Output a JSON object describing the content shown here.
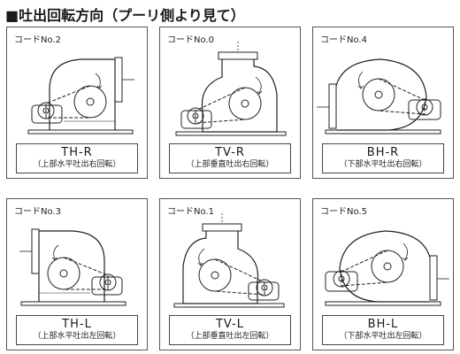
{
  "title": "■吐出回転方向（プーリ側より見て）",
  "panels": [
    {
      "code": "コードNo.2",
      "type": "TH-R",
      "desc": "（上部水平吐出右回転）",
      "icon": "fan-horizontal-top-outlet-right"
    },
    {
      "code": "コードNo.0",
      "type": "TV-R",
      "desc": "（上部垂直吐出右回転）",
      "icon": "fan-vertical-top-outlet-right"
    },
    {
      "code": "コードNo.4",
      "type": "BH-R",
      "desc": "（下部水平吐出右回転）",
      "icon": "fan-horizontal-bottom-outlet-right"
    },
    {
      "code": "コードNo.3",
      "type": "TH-L",
      "desc": "（上部水平吐出左回転）",
      "icon": "fan-horizontal-top-outlet-left"
    },
    {
      "code": "コードNo.1",
      "type": "TV-L",
      "desc": "（上部垂直吐出左回転）",
      "icon": "fan-vertical-top-outlet-left"
    },
    {
      "code": "コードNo.5",
      "type": "BH-L",
      "desc": "（下部水平吐出左回転）",
      "icon": "fan-horizontal-bottom-outlet-left"
    }
  ]
}
